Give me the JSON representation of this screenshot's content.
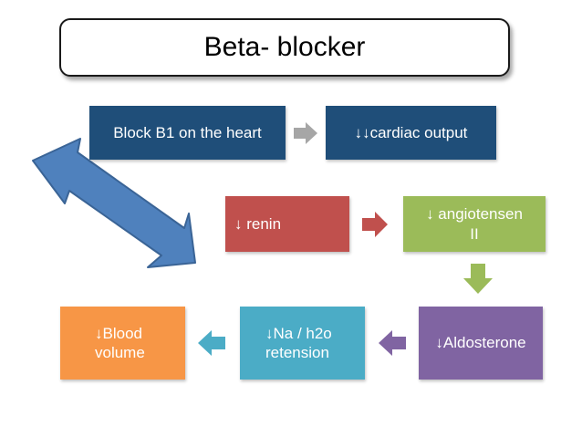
{
  "title": "Beta- blocker",
  "nodes": {
    "block_b1": "Block B1 on the heart",
    "cardiac_output": "↓↓cardiac output",
    "renin": "↓ renin",
    "angiotensin_line1": "↓ angiotensen",
    "angiotensin_line2": "II",
    "aldosterone": "↓Aldosterone",
    "na_line1": "↓Na / h2o",
    "na_line2": "retension",
    "blood_line1": "↓Blood",
    "blood_line2": "volume"
  },
  "colors": {
    "dark_blue": "#1f4e79",
    "red": "#c0504d",
    "green": "#9bbb59",
    "purple": "#8064a2",
    "cyan": "#4bacc6",
    "orange": "#f79646",
    "gray_arrow": "#a6a6a6",
    "big_arrow": "#4f81bd"
  },
  "icons": {
    "connector_1": "arrow-right",
    "connector_2": "arrow-right",
    "connector_3": "arrow-down",
    "connector_4": "arrow-left",
    "connector_5": "arrow-left",
    "feedback": "double-headed-bent-arrow"
  }
}
